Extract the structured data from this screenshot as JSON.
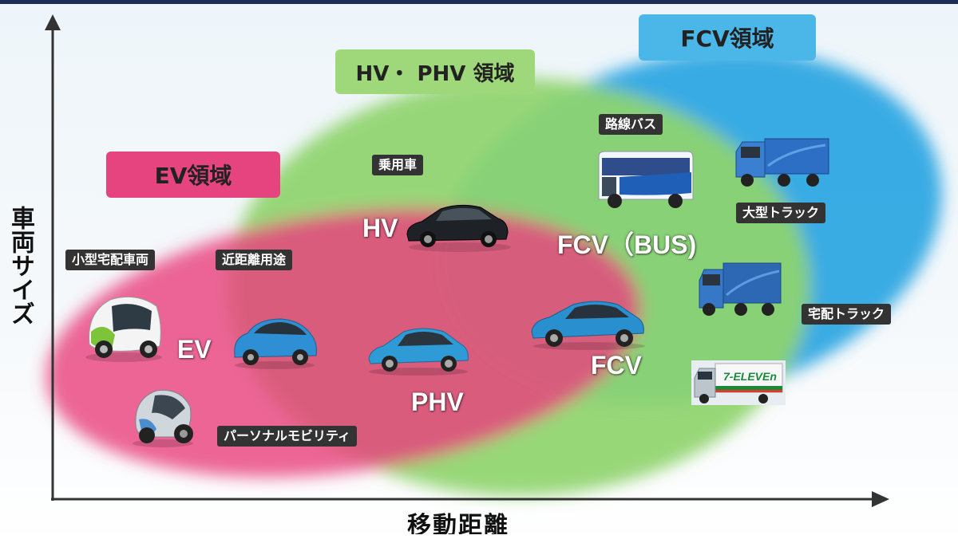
{
  "colors": {
    "ev": "#e9437f",
    "hv_phv": "#8fd46e",
    "fcv": "#2fa8e3",
    "ev_label_bg": "#e5447f",
    "hv_label_bg": "#9fd87b",
    "fcv_label_bg": "#4bb7e9",
    "tag_bg": "#333333",
    "axis": "#333333"
  },
  "regions": {
    "ev": "EV領域",
    "hv_phv": "HV・ PHV 領域",
    "fcv": "FCV領域"
  },
  "axes": {
    "x": "移動距離",
    "y": "車両サイズ"
  },
  "tags": {
    "small_delivery": "小型宅配車両",
    "short_distance": "近距離用途",
    "passenger_car": "乗用車",
    "route_bus": "路線バス",
    "large_truck": "大型トラック",
    "delivery_truck": "宅配トラック",
    "personal_mobility": "パーソナルモビリティ"
  },
  "types": {
    "ev": "EV",
    "hv": "HV",
    "phv": "PHV",
    "fcv": "FCV",
    "fcv_bus": "FCV（BUS)"
  },
  "vehicles": {
    "truck_brand": "7-ELEVEn"
  }
}
